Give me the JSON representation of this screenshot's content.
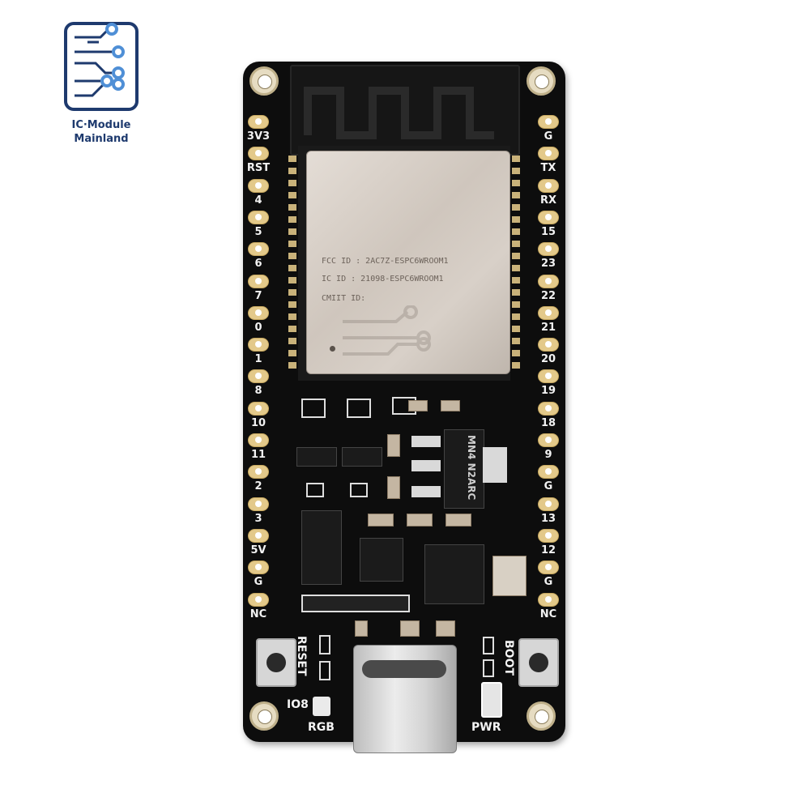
{
  "logo": {
    "line1": "IC·Module",
    "line2": "Mainland"
  },
  "module_marking": {
    "fcc": "FCC ID : 2AC7Z-ESPC6WROOM1",
    "ic": "IC ID : 21098-ESPC6WROOM1",
    "cmiit": "CMIIT ID:"
  },
  "regulator_marking": {
    "line1": "MN4",
    "line2": "N2ARC"
  },
  "left_pins": [
    "3V3",
    "RST",
    "4",
    "5",
    "6",
    "7",
    "0",
    "1",
    "8",
    "10",
    "11",
    "2",
    "3",
    "5V",
    "G",
    "NC"
  ],
  "right_pins": [
    "G",
    "TX",
    "RX",
    "15",
    "23",
    "22",
    "21",
    "20",
    "19",
    "18",
    "9",
    "G",
    "13",
    "12",
    "G",
    "NC"
  ],
  "silkscreen": {
    "reset": "RESET",
    "boot": "BOOT",
    "io8": "IO8",
    "rgb": "RGB",
    "pwr": "PWR"
  },
  "colors": {
    "pcb": "#0d0d0d",
    "pad_gold": "#e3c98a",
    "logo_blue": "#1e3a6e"
  }
}
